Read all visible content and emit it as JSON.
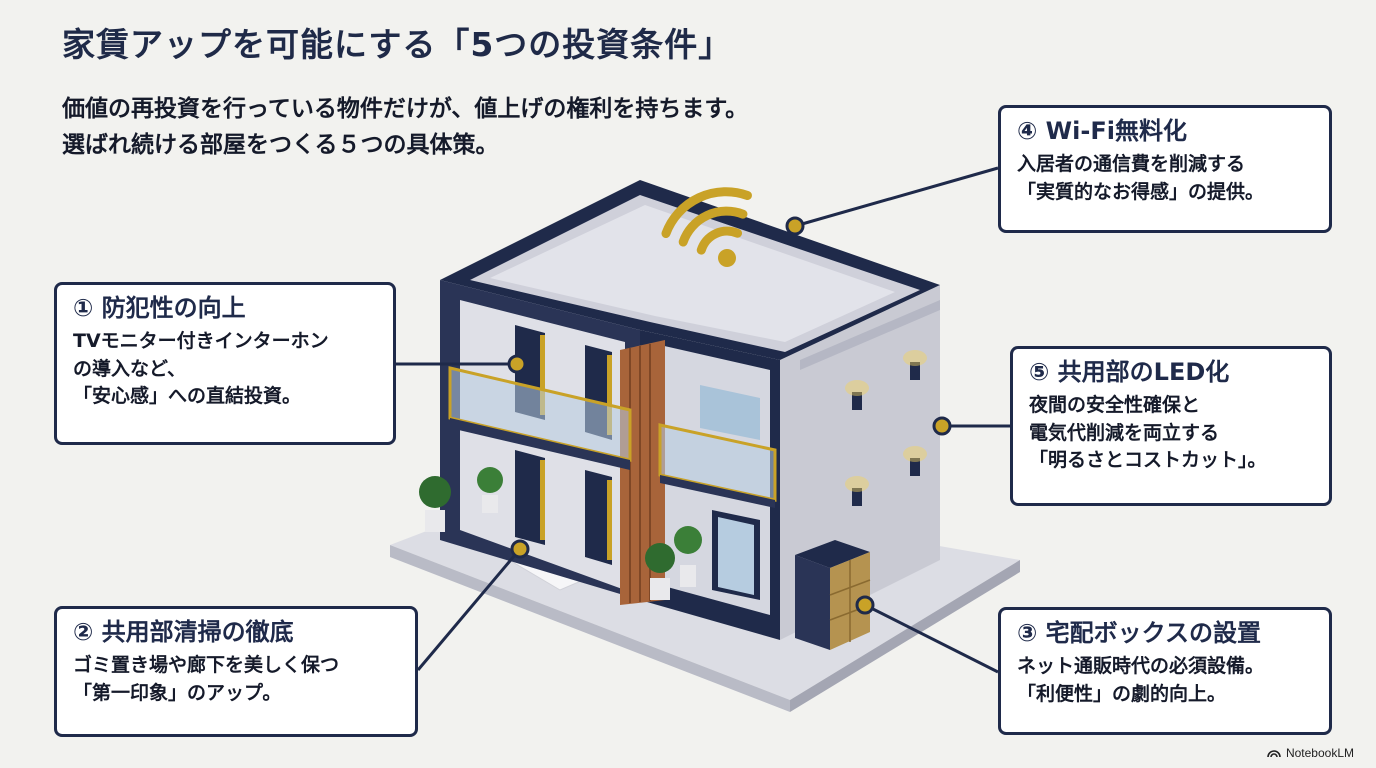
{
  "title": "家賃アップを可能にする「5つの投資条件」",
  "subtitle": {
    "line1": "価値の再投資を行っている物件だけが、値上げの権利を持ちます。",
    "line2": "選ばれ続ける部屋をつくる５つの具体策。"
  },
  "cards": {
    "c1": {
      "title": "① 防犯性の向上",
      "lines": [
        "TVモニター付きインターホン",
        "の導入など、",
        "「安心感」への直結投資。"
      ]
    },
    "c2": {
      "title": "② 共用部清掃の徹底",
      "lines": [
        "ゴミ置き場や廊下を美しく保つ",
        "「第一印象」のアップ。"
      ]
    },
    "c3": {
      "title": "③ 宅配ボックスの設置",
      "lines": [
        "ネット通販時代の必須設備。",
        "「利便性」の劇的向上。"
      ]
    },
    "c4": {
      "title": "④ Wi-Fi無料化",
      "lines": [
        "入居者の通信費を削減する",
        "「実質的なお得感」の提供。"
      ]
    },
    "c5": {
      "title": "⑤ 共用部のLED化",
      "lines": [
        "夜間の安全性確保と",
        "電気代削減を両立する",
        "「明るさとコストカット」。"
      ]
    }
  },
  "footer": {
    "brand": "NotebookLM"
  },
  "colors": {
    "navy": "#1f2a4a",
    "gold": "#c9a227",
    "wall": "#c9cad3",
    "wood": "#a8643a"
  },
  "icons": {
    "wifi": "wifi-icon",
    "brand": "notebooklm-icon"
  }
}
